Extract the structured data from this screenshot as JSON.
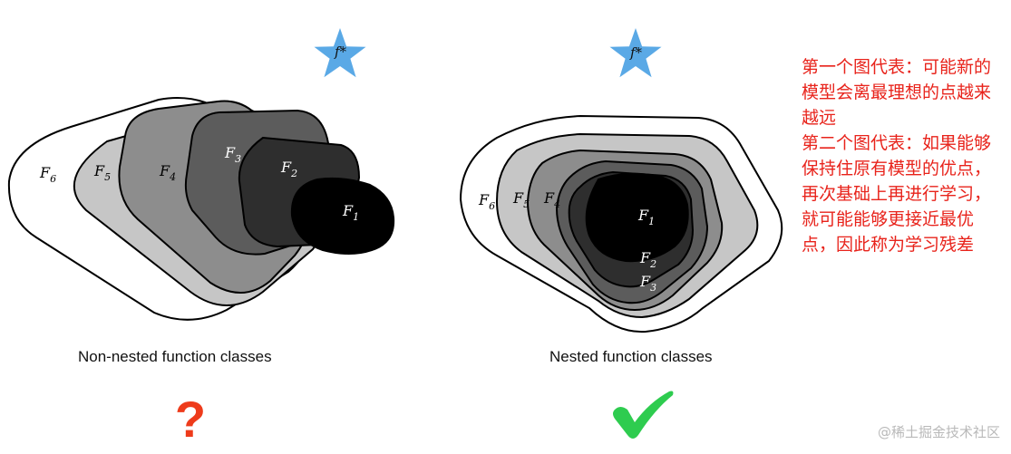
{
  "left_diagram": {
    "caption": "Non-nested function classes",
    "optimum_label": "f*",
    "labels": [
      "F6",
      "F5",
      "F4",
      "F3",
      "F2",
      "F1"
    ],
    "status_glyph": "?",
    "status_icon": "question-mark-icon",
    "status_color": "#ee3b1b"
  },
  "right_diagram": {
    "caption": "Nested function classes",
    "optimum_label": "f*",
    "labels": [
      "F6",
      "F5",
      "F4",
      "F1",
      "F2",
      "F3"
    ],
    "status_icon": "check-mark-icon",
    "status_color": "#2ecc4f"
  },
  "colors": {
    "star": "#5aa9e6",
    "note_text": "#e8231b"
  },
  "note": {
    "line1": "第一个图代表：可能新的模型会离最理想的点越来越远",
    "line2": "第二个图代表：如果能够保持住原有模型的优点，再次基础上再进行学习，就可能能够更接近最优点，因此称为学习残差"
  },
  "watermark": "@稀土掘金技术社区"
}
